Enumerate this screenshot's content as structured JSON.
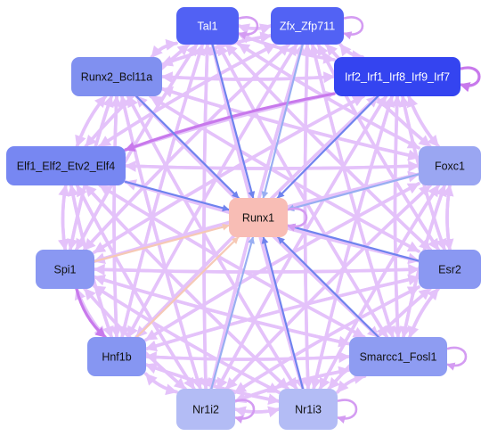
{
  "colors": {
    "dense_edge": "#E4C2FA",
    "self_loop": "#D49CF2",
    "strong_purple": "#C879EC",
    "to_runx1_blue": "#6F83EE",
    "to_runx1_lightblue": "#98AEF2",
    "peach": "#F6C9B5"
  },
  "nodes": [
    {
      "id": "tal1",
      "label": "Tal1",
      "fill": "#5161F4",
      "text": "#ffffff"
    },
    {
      "id": "zfx",
      "label": "Zfx_Zfp711",
      "fill": "#5262F4",
      "text": "#ffffff"
    },
    {
      "id": "runx2",
      "label": "Runx2_Bcl11a",
      "fill": "#8090F0",
      "text": "#111111"
    },
    {
      "id": "irf",
      "label": "Irf2_Irf1_Irf8_Irf9_Irf7",
      "fill": "#3444F0",
      "text": "#ffffff"
    },
    {
      "id": "elf",
      "label": "Elf1_Elf2_Etv2_Elf4",
      "fill": "#7787F2",
      "text": "#111111"
    },
    {
      "id": "foxc1",
      "label": "Foxc1",
      "fill": "#9AA6F2",
      "text": "#111111"
    },
    {
      "id": "runx1",
      "label": "Runx1",
      "fill": "#F8BDB5",
      "text": "#111111"
    },
    {
      "id": "spi1",
      "label": "Spi1",
      "fill": "#8A98F2",
      "text": "#111111"
    },
    {
      "id": "esr2",
      "label": "Esr2",
      "fill": "#8A98F2",
      "text": "#111111"
    },
    {
      "id": "hnf1b",
      "label": "Hnf1b",
      "fill": "#8696F2",
      "text": "#111111"
    },
    {
      "id": "smarcc1",
      "label": "Smarcc1_Fosl1",
      "fill": "#8E9CF2",
      "text": "#111111"
    },
    {
      "id": "nr1i2",
      "label": "Nr1i2",
      "fill": "#B3BCF5",
      "text": "#111111"
    },
    {
      "id": "nr1i3",
      "label": "Nr1i3",
      "fill": "#B3BCF5",
      "text": "#111111"
    }
  ],
  "strong_edges": [
    {
      "from": "irf",
      "to": "elf",
      "color": "#C879EC"
    },
    {
      "from": "spi1",
      "to": "hnf1b",
      "color": "#C879EC"
    }
  ],
  "runx1_edges": [
    {
      "from": "tal1",
      "color": "#6F83EE"
    },
    {
      "from": "zfx",
      "color": "#98AEF2"
    },
    {
      "from": "runx2",
      "color": "#6F83EE"
    },
    {
      "from": "irf",
      "color": "#6F83EE"
    },
    {
      "from": "elf",
      "color": "#6F83EE"
    },
    {
      "from": "foxc1",
      "color": "#98AEF2"
    },
    {
      "from": "spi1",
      "color": "#F6C9B5"
    },
    {
      "from": "esr2",
      "color": "#6F83EE"
    },
    {
      "from": "hnf1b",
      "color": "#F6C9B5"
    },
    {
      "from": "smarcc1",
      "color": "#6F83EE"
    },
    {
      "from": "nr1i2",
      "color": "#98AEF2"
    },
    {
      "from": "nr1i3",
      "color": "#6F83EE"
    }
  ],
  "self_loops": [
    "tal1",
    "zfx",
    "irf",
    "runx1",
    "smarcc1",
    "nr1i2",
    "nr1i3"
  ]
}
